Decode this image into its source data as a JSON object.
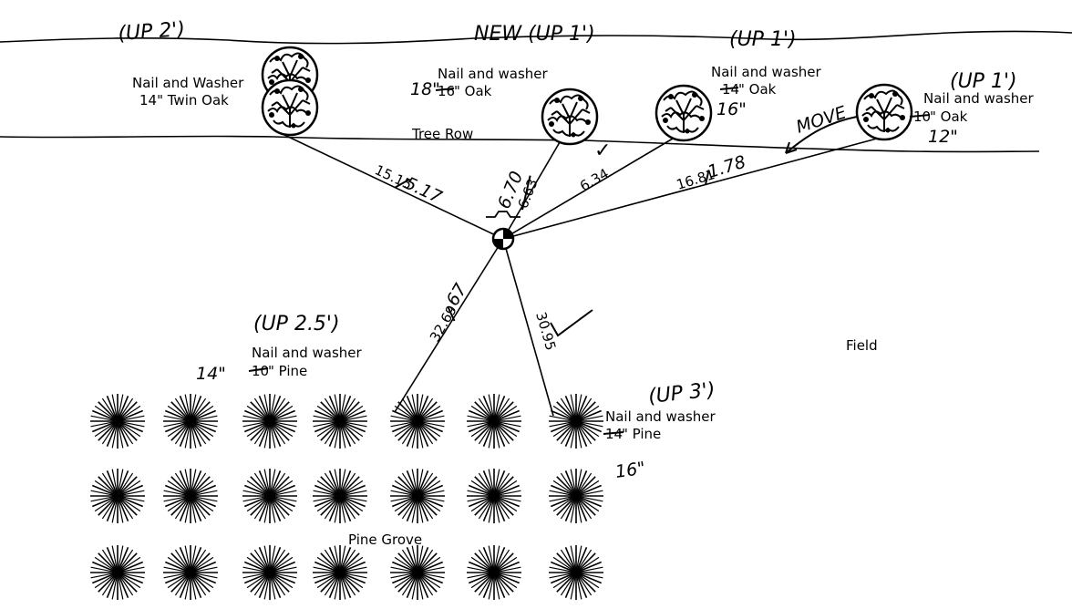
{
  "tree_row": {
    "label": "Tree Row"
  },
  "field": {
    "label": "Field"
  },
  "pine_grove": {
    "label": "Pine Grove"
  },
  "trees": [
    {
      "id": "twin-oak",
      "line1": "Nail and Washer",
      "line2": "14\" Twin Oak",
      "note": "(UP 2')"
    },
    {
      "id": "oak-2",
      "line1": "Nail and washer",
      "size_struck": "16",
      "suffix": "\" Oak",
      "size_new": "18\"",
      "note": "NEW (UP 1')"
    },
    {
      "id": "oak-3",
      "line1": "Nail and washer",
      "size_struck": "14",
      "suffix": "\" Oak",
      "size_new": "16\"",
      "note": "(UP 1')"
    },
    {
      "id": "oak-4",
      "line1": "Nail and washer",
      "size_struck": "10",
      "suffix": "\" Oak",
      "size_new": "12\"",
      "note": "(UP 1')",
      "move_note": "MOVE"
    },
    {
      "id": "pine-1",
      "line1": "Nail and washer",
      "size_struck": "10",
      "suffix": "\" Pine",
      "size_new": "14\"",
      "note": "(UP 2.5')"
    },
    {
      "id": "pine-2",
      "line1": "Nail and washer",
      "size_struck": "14",
      "suffix": "\" Pine",
      "size_new": "16\"",
      "note": "(UP 3')"
    }
  ],
  "distances": [
    {
      "to": "twin-oak",
      "prefix": "15.1",
      "struck": "5",
      "new": "5.17"
    },
    {
      "to": "oak-2",
      "struck": "6.63",
      "new": "6.70"
    },
    {
      "to": "oak-3",
      "value": "6.34",
      "check": "✓"
    },
    {
      "to": "oak-4",
      "prefix": "16.8",
      "struck": "1",
      "new": "1.78"
    },
    {
      "to": "pine-1",
      "prefix": "32.6",
      "struck": "9",
      "new": ".67"
    },
    {
      "to": "pine-2",
      "value": "30.95",
      "check": "✓"
    }
  ]
}
